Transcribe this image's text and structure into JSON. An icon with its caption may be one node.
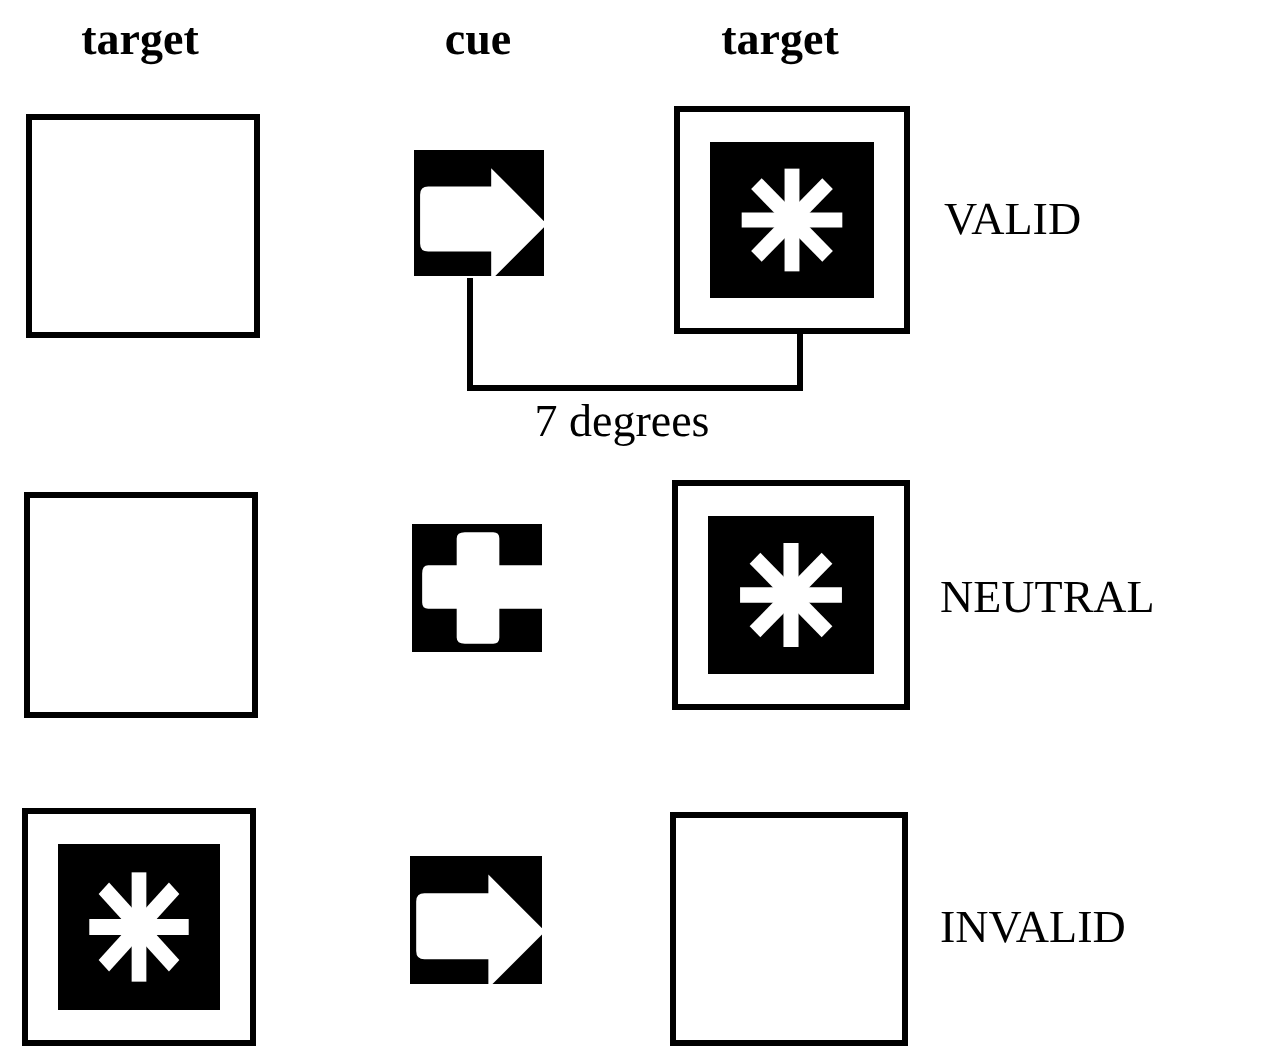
{
  "diagram": {
    "nodes": [
      {
        "text": [],
        "shape": "box"
      },
      {
        "text": [],
        "shape": "picture"
      },
      {
        "text": [],
        "shape": "picture"
      },
      {
        "text": [],
        "shape": "box"
      },
      {
        "text": [],
        "shape": "picture"
      },
      {
        "text": [],
        "shape": "picture"
      },
      {
        "text": [],
        "shape": "picture"
      },
      {
        "text": [],
        "shape": "picture"
      },
      {
        "text": [],
        "shape": "box"
      }
    ],
    "edges": [],
    "labels": [
      "target",
      "cue",
      "target",
      "VALID",
      "7 degrees",
      "NEUTRAL",
      "INVALID"
    ]
  }
}
